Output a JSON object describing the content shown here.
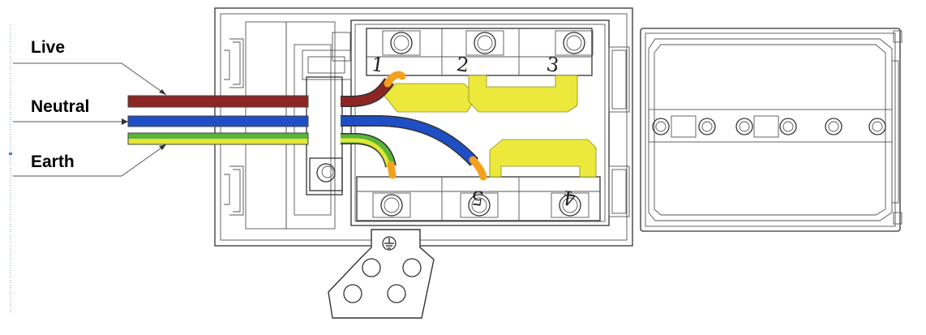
{
  "labels": {
    "live": "Live",
    "neutral": "Neutral",
    "earth": "Earth"
  },
  "terminals": [
    "1",
    "2",
    "3",
    "4",
    "5"
  ],
  "colors": {
    "live": "#8b2622",
    "neutral": "#1f4fc4",
    "earth_green": "#58b53a",
    "earth_yellow": "#e3e636",
    "bridge": "#ece93c",
    "core_tip": "#f2a11c",
    "outline": "#333333"
  },
  "icons": {
    "earth_terminal": "ground-symbol-icon"
  }
}
